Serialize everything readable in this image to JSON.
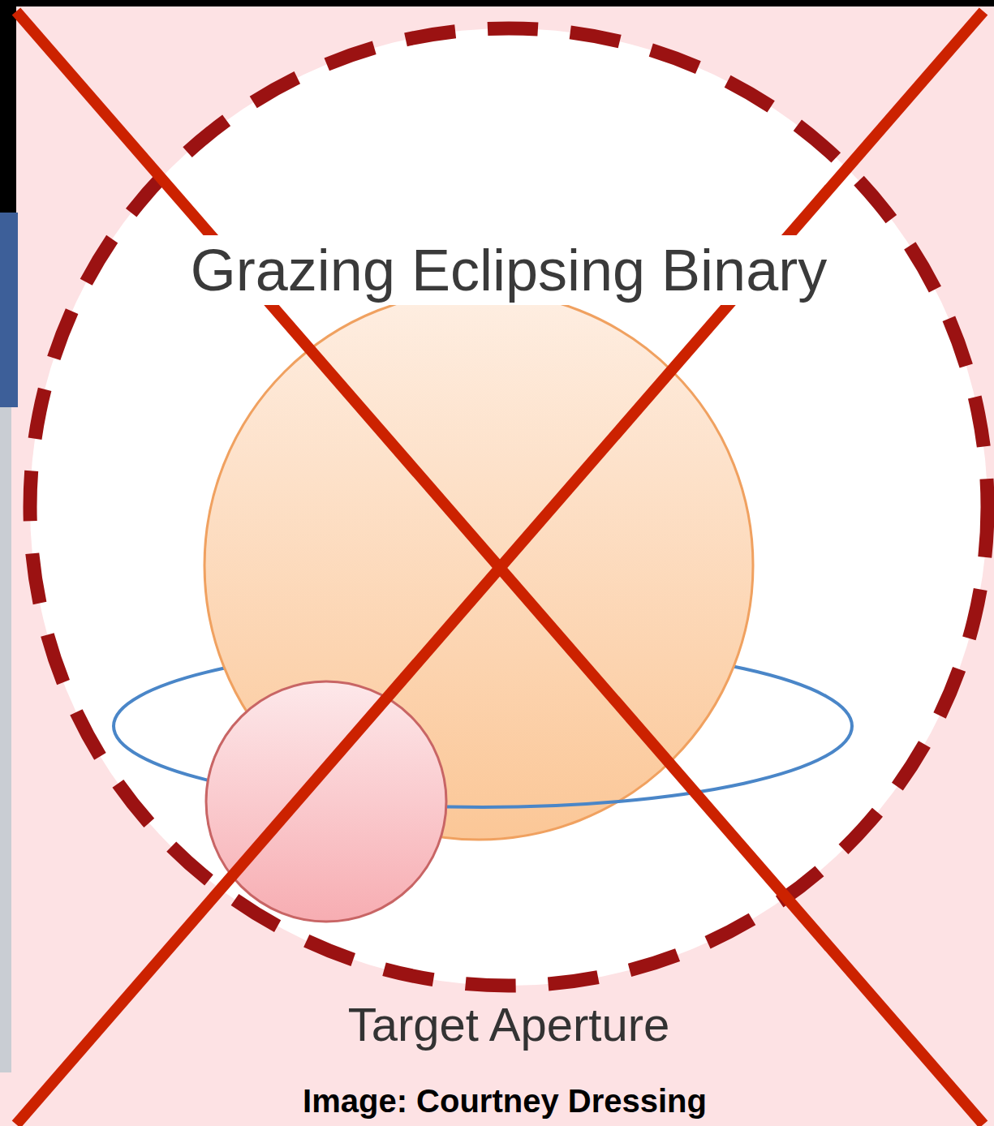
{
  "diagram": {
    "caption": "Image: Courtney Dressing",
    "nodes": [
      {
        "text": [
          "Grazing Eclipsing Binary",
          "Target Aperture"
        ]
      }
    ]
  }
}
